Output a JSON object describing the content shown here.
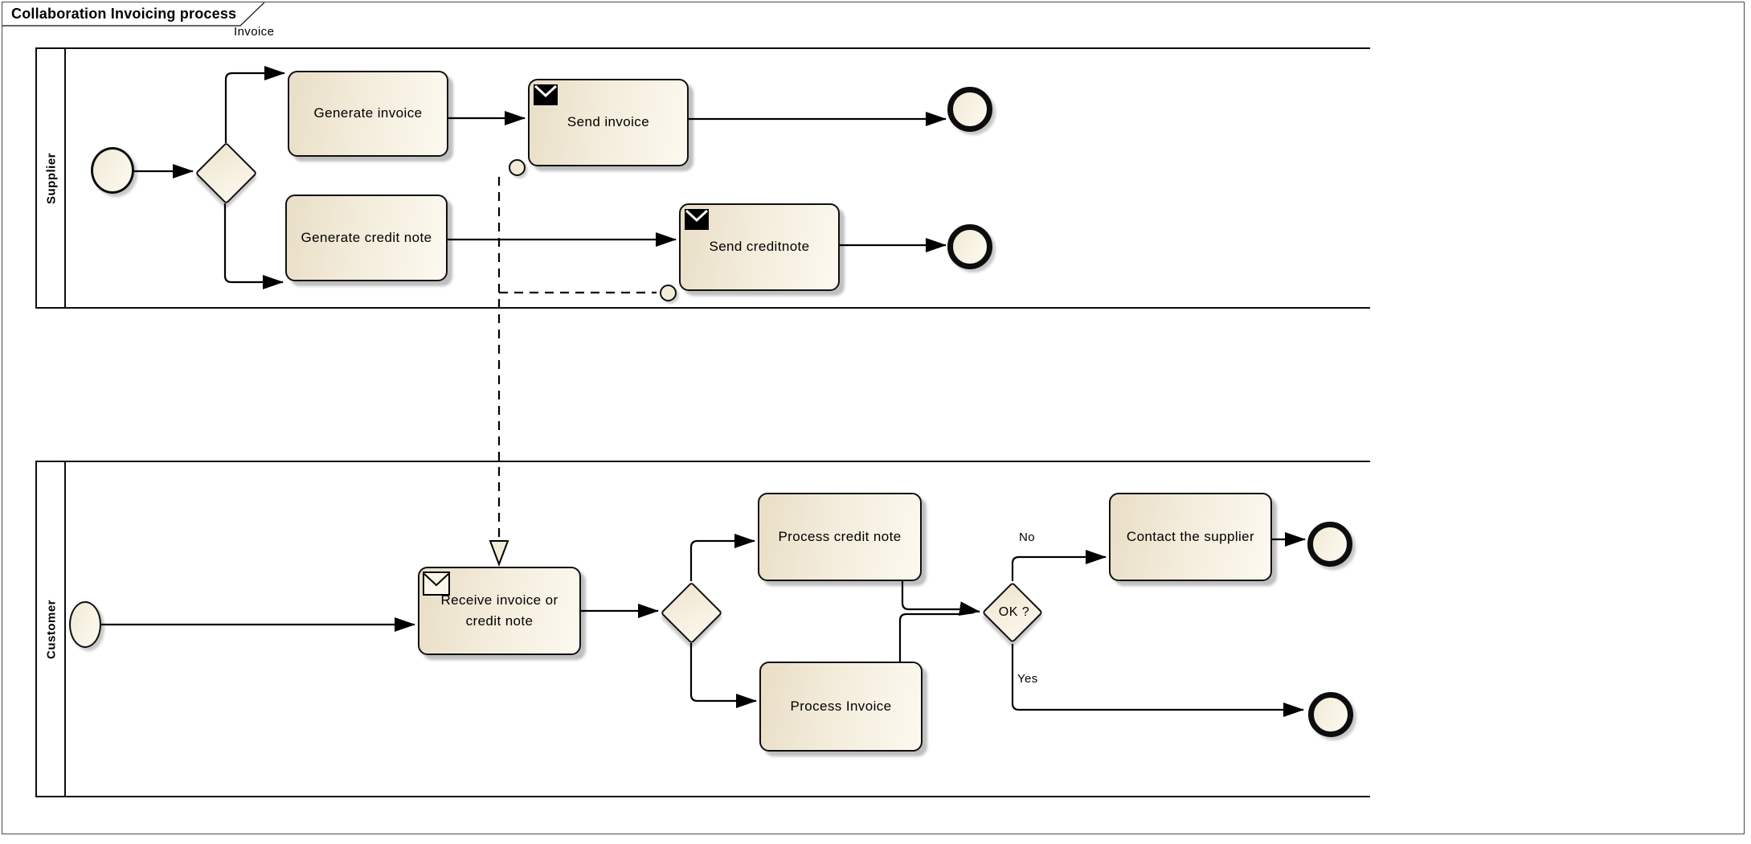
{
  "frame": {
    "title": "Collaboration Invoicing process",
    "message_flow_label": "Invoice"
  },
  "pools": {
    "supplier": {
      "label": "Supplier",
      "tasks": {
        "generate_invoice": "Generate invoice",
        "send_invoice": "Send invoice",
        "generate_credit_note": "Generate credit note",
        "send_creditnote": "Send creditnote"
      }
    },
    "customer": {
      "label": "Customer",
      "tasks": {
        "receive_invoice_or_credit_note": "Receive invoice or credit note",
        "process_credit_note": "Process credit note",
        "process_invoice": "Process Invoice",
        "contact_the_supplier": "Contact the supplier"
      },
      "gateways": {
        "ok": "OK ?"
      },
      "flow_labels": {
        "no": "No",
        "yes": "Yes"
      }
    }
  },
  "icons": {
    "send_message": "filled-envelope-icon",
    "receive_message": "outline-envelope-icon"
  },
  "colors": {
    "shape_fill_dark": "#e9dec6",
    "shape_fill_light": "#fcf9f0",
    "shape_border": "#101010",
    "frame_border": "#4a4a4a",
    "connector": "#000000",
    "shadow": "rgba(0,0,0,0.25)"
  }
}
